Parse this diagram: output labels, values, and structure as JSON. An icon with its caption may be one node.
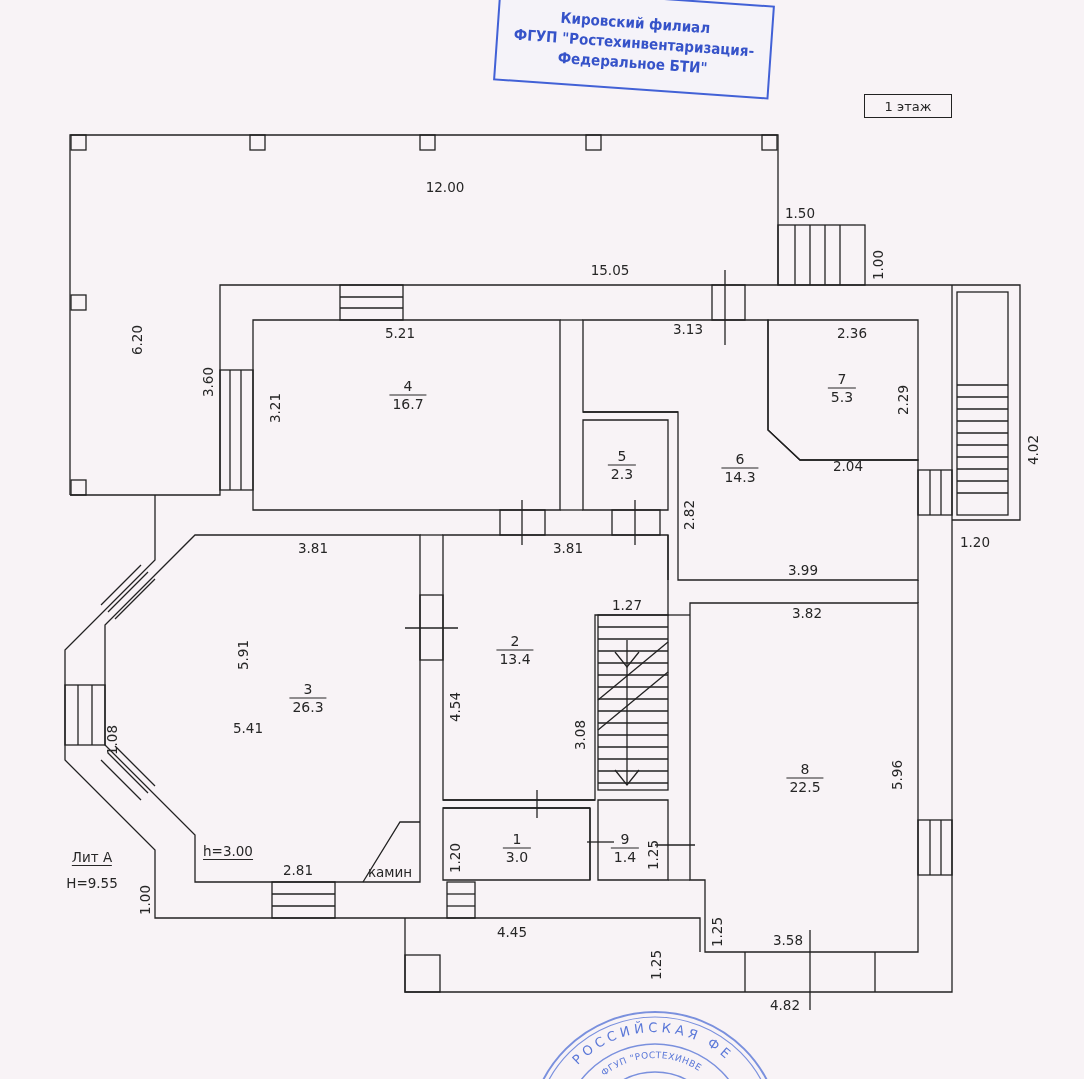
{
  "diagram": {
    "nodes": [
      {
        "text": [
          "Кировский филиал",
          "ФГУП \"Ростехинвентаризация-",
          "Федеральное БТИ\""
        ]
      },
      {
        "text": [
          "1 этаж"
        ]
      },
      {
        "text": [
          "4",
          "16.7"
        ]
      },
      {
        "text": [
          "7",
          "5.3"
        ]
      },
      {
        "text": [
          "5",
          "2.3"
        ]
      },
      {
        "text": [
          "6",
          "14.3"
        ]
      },
      {
        "text": [
          "2",
          "13.4"
        ]
      },
      {
        "text": [
          "3",
          "26.3"
        ]
      },
      {
        "text": [
          "8",
          "22.5"
        ]
      },
      {
        "text": [
          "1",
          "3.0"
        ]
      },
      {
        "text": [
          "9",
          "1.4"
        ]
      }
    ],
    "labels": [
      "12.00",
      "1.50",
      "1.00",
      "15.05",
      "5.21",
      "3.13",
      "2.36",
      "6.20",
      "3.60",
      "3.21",
      "2.29",
      "4.02",
      "2.04",
      "2.82",
      "3.81",
      "3.81",
      "1.20",
      "3.99",
      "1.27",
      "3.82",
      "5.91",
      "5.41",
      "1.08",
      "4.54",
      "3.08",
      "5.96",
      "Лит А",
      "h=3.00",
      "2.81",
      "камин",
      "1.20",
      "1.25",
      "H=9.55",
      "1.00",
      "4.45",
      "1.25",
      "3.58",
      "1.25",
      "4.82",
      "РОССИЙСКАЯ ФЕ",
      "ФГУП \"РОСТЕХИНВЕ"
    ]
  }
}
